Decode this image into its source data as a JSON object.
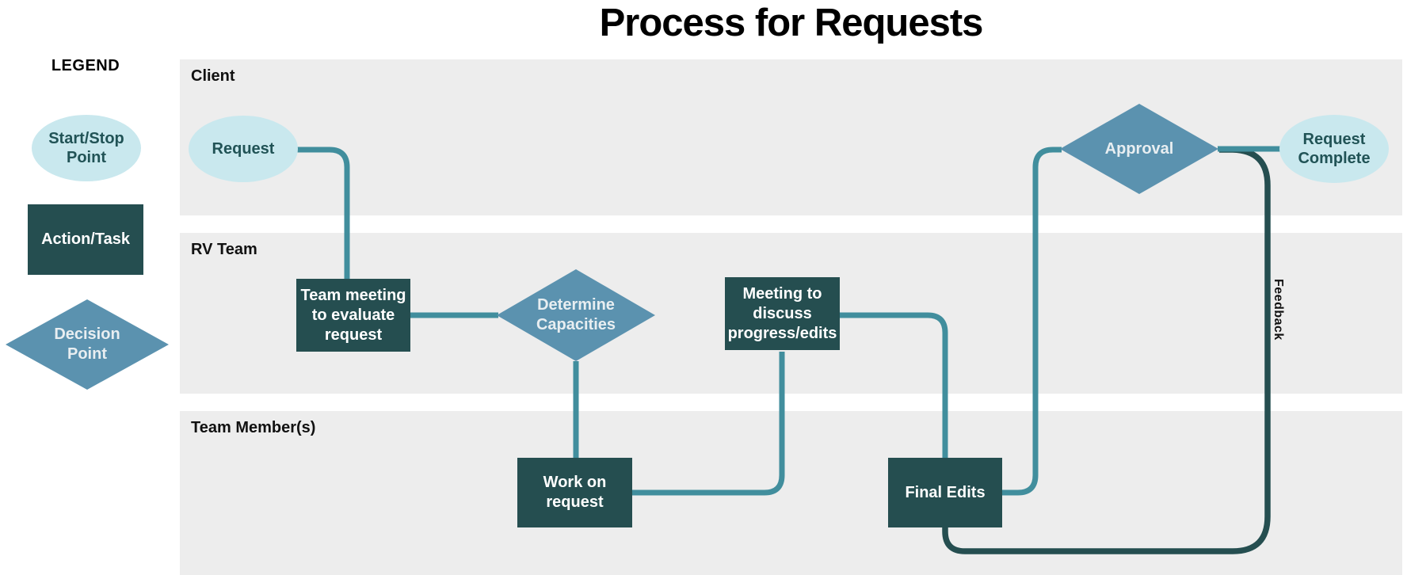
{
  "title": "Process for Requests",
  "legend": {
    "heading": "LEGEND",
    "start_stop_label": "Start/Stop\nPoint",
    "action_task_label": "Action/Task",
    "decision_point_label": "Decision\nPoint"
  },
  "lanes": {
    "client": "Client",
    "rv_team": "RV Team",
    "team_members": "Team Member(s)"
  },
  "nodes": {
    "request": "Request",
    "team_meeting": "Team meeting\nto evaluate\nrequest",
    "determine_capacities": "Determine\nCapacities",
    "work_on_request": "Work on\nrequest",
    "meeting_progress": "Meeting to\ndiscuss\nprogress/edits",
    "final_edits": "Final Edits",
    "approval": "Approval",
    "request_complete": "Request\nComplete"
  },
  "edge_labels": {
    "feedback": "Feedback"
  },
  "colors": {
    "lane_bg": "#ededed",
    "task_fill": "#254e50",
    "task_text": "#ffffff",
    "decision_fill": "#5b92af",
    "decision_text": "#e8eef1",
    "terminal_fill": "#c9e8ee",
    "terminal_text": "#215356",
    "connector": "#418e9d",
    "feedback_connector": "#254e50",
    "text_dark": "#111111",
    "page_bg": "#ffffff"
  }
}
